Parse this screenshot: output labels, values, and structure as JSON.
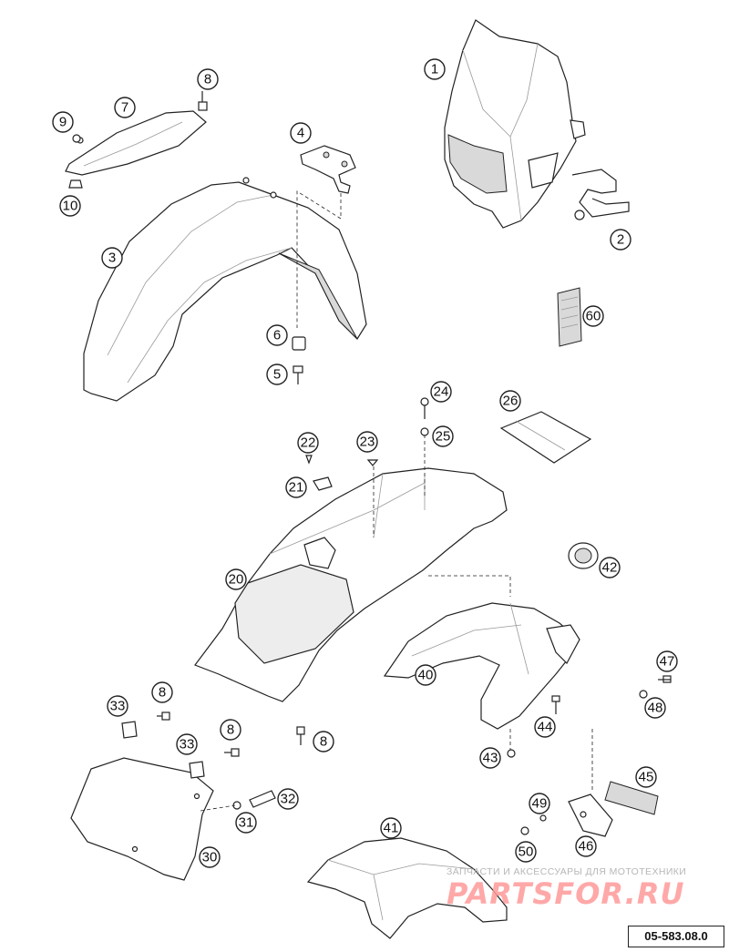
{
  "callouts": [
    {
      "id": "callout-1",
      "label": "1"
    },
    {
      "id": "callout-2",
      "label": "2"
    },
    {
      "id": "callout-3",
      "label": "3"
    },
    {
      "id": "callout-4",
      "label": "4"
    },
    {
      "id": "callout-5",
      "label": "5"
    },
    {
      "id": "callout-6",
      "label": "6"
    },
    {
      "id": "callout-7",
      "label": "7"
    },
    {
      "id": "callout-8a",
      "label": "8"
    },
    {
      "id": "callout-9",
      "label": "9"
    },
    {
      "id": "callout-10",
      "label": "10"
    },
    {
      "id": "callout-20",
      "label": "20"
    },
    {
      "id": "callout-21",
      "label": "21"
    },
    {
      "id": "callout-22",
      "label": "22"
    },
    {
      "id": "callout-23",
      "label": "23"
    },
    {
      "id": "callout-24",
      "label": "24"
    },
    {
      "id": "callout-25",
      "label": "25"
    },
    {
      "id": "callout-26",
      "label": "26"
    },
    {
      "id": "callout-30",
      "label": "30"
    },
    {
      "id": "callout-31",
      "label": "31"
    },
    {
      "id": "callout-32",
      "label": "32"
    },
    {
      "id": "callout-33a",
      "label": "33"
    },
    {
      "id": "callout-33b",
      "label": "33"
    },
    {
      "id": "callout-8b",
      "label": "8"
    },
    {
      "id": "callout-8c",
      "label": "8"
    },
    {
      "id": "callout-8d",
      "label": "8"
    },
    {
      "id": "callout-40",
      "label": "40"
    },
    {
      "id": "callout-41",
      "label": "41"
    },
    {
      "id": "callout-42",
      "label": "42"
    },
    {
      "id": "callout-43",
      "label": "43"
    },
    {
      "id": "callout-44",
      "label": "44"
    },
    {
      "id": "callout-45",
      "label": "45"
    },
    {
      "id": "callout-46",
      "label": "46"
    },
    {
      "id": "callout-47",
      "label": "47"
    },
    {
      "id": "callout-48",
      "label": "48"
    },
    {
      "id": "callout-49",
      "label": "49"
    },
    {
      "id": "callout-50",
      "label": "50"
    },
    {
      "id": "callout-60",
      "label": "60"
    }
  ],
  "watermark": {
    "tagline": "ЗАПЧАСТИ И АКСЕССУАРЫ ДЛЯ МОТОТЕХНИКИ",
    "logo": "PARTSFOR.RU"
  },
  "reference_number": "05-583.08.0"
}
